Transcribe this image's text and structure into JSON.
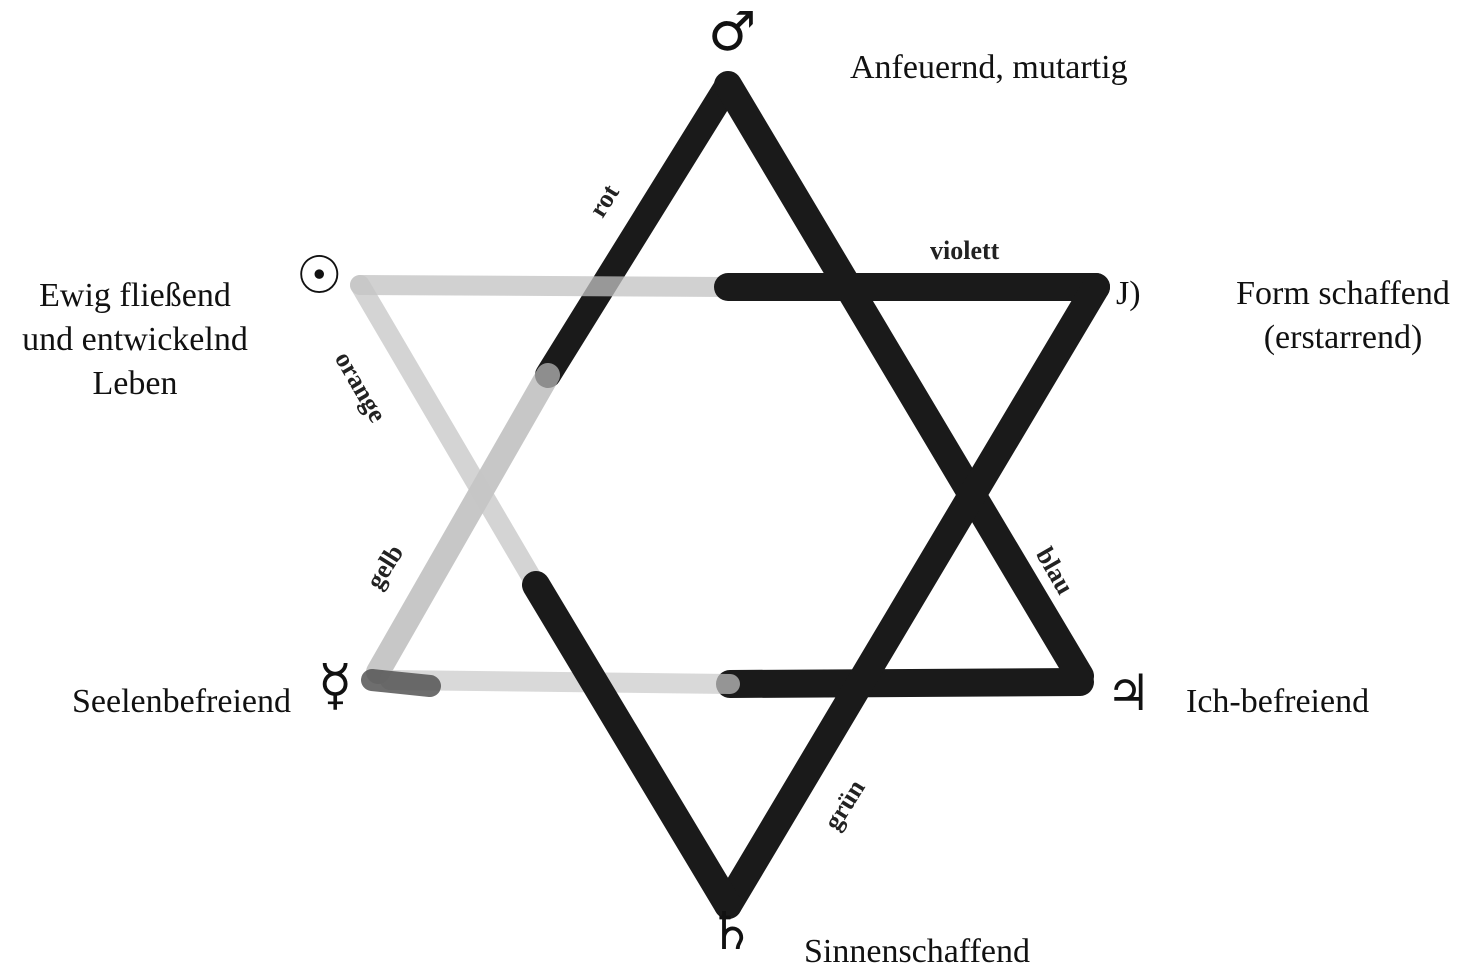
{
  "planets": {
    "mars": {
      "symbol": "♂",
      "description": "Anfeuernd, mutartig"
    },
    "sun": {
      "symbol": "☉",
      "description_lines": [
        "Ewig fließend",
        "und entwickelnd",
        "Leben"
      ]
    },
    "moon": {
      "symbol": "J)",
      "description_lines": [
        "Form schaffend",
        "(erstarrend)"
      ]
    },
    "mercury": {
      "symbol": "☿",
      "description": "Seelenbefreiend"
    },
    "jupiter": {
      "symbol": "♃",
      "description": "Ich-befreiend"
    },
    "saturn": {
      "symbol": "♄",
      "description": "Sinnenschaffend"
    }
  },
  "colors": {
    "rot": "rot",
    "violett": "violett",
    "orange": "orange",
    "gelb": "gelb",
    "blau": "blau",
    "gruen": "grün"
  }
}
